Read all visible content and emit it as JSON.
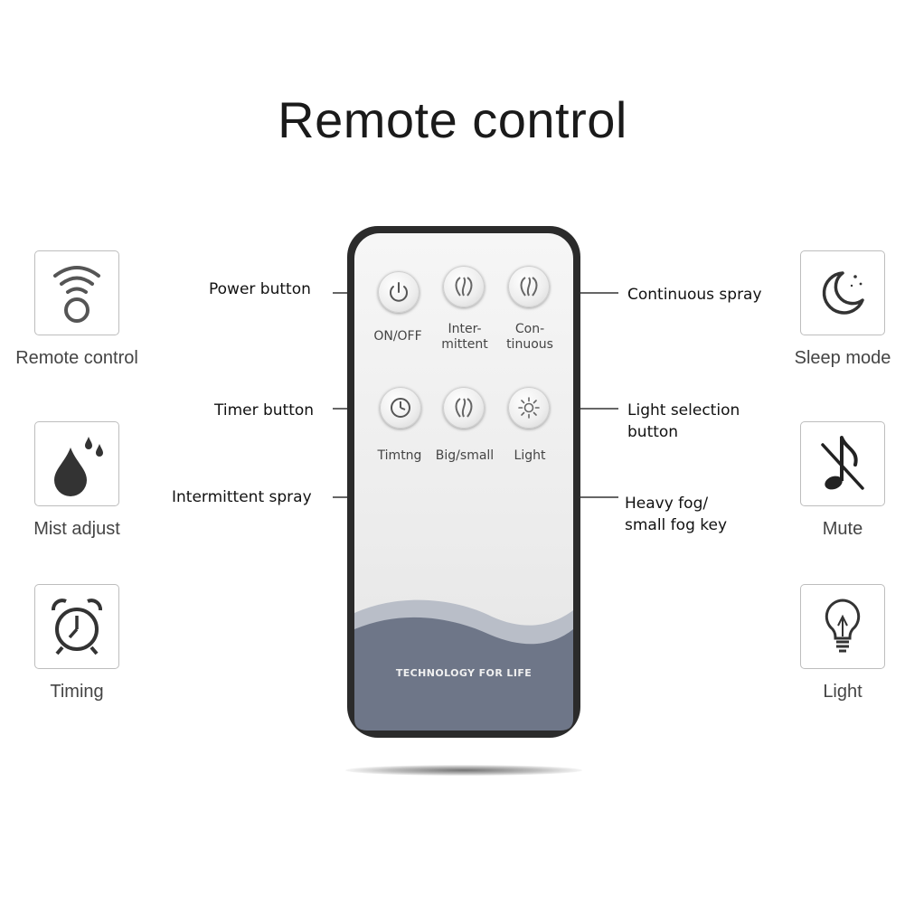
{
  "title": "Remote control",
  "left_features": [
    {
      "label": "Remote control",
      "icon": "signal-icon"
    },
    {
      "label": "Mist adjust",
      "icon": "droplet-icon"
    },
    {
      "label": "Timing",
      "icon": "alarm-clock-icon"
    }
  ],
  "right_features": [
    {
      "label": "Sleep mode",
      "icon": "moon-icon"
    },
    {
      "label": "Mute",
      "icon": "muted-note-icon"
    },
    {
      "label": "Light",
      "icon": "lightbulb-icon"
    }
  ],
  "remote": {
    "buttons": [
      {
        "label": "ON/OFF",
        "icon": "power-icon"
      },
      {
        "label_line1": "Inter-",
        "label_line2": "mittent",
        "icon": "mist-icon"
      },
      {
        "label_line1": "Con-",
        "label_line2": "tinuous",
        "icon": "mist-icon"
      },
      {
        "label": "Timtng",
        "icon": "clock-icon"
      },
      {
        "label": "Big/small",
        "icon": "mist-icon"
      },
      {
        "label": "Light",
        "icon": "sun-icon"
      }
    ],
    "footer": "TECHNOLOGY FOR LIFE"
  },
  "callouts": {
    "power": "Power button",
    "timer": "Timer button",
    "intermittent": "Intermittent spray",
    "continuous": "Continuous spray",
    "light_line1": "Light selection",
    "light_line2": "button",
    "fog_line1": "Heavy fog/",
    "fog_line2": "small fog key"
  },
  "colors": {
    "remote_body": "#2b2b2b",
    "wave_dark": "#6e7688",
    "wave_light": "#b9bec8"
  }
}
